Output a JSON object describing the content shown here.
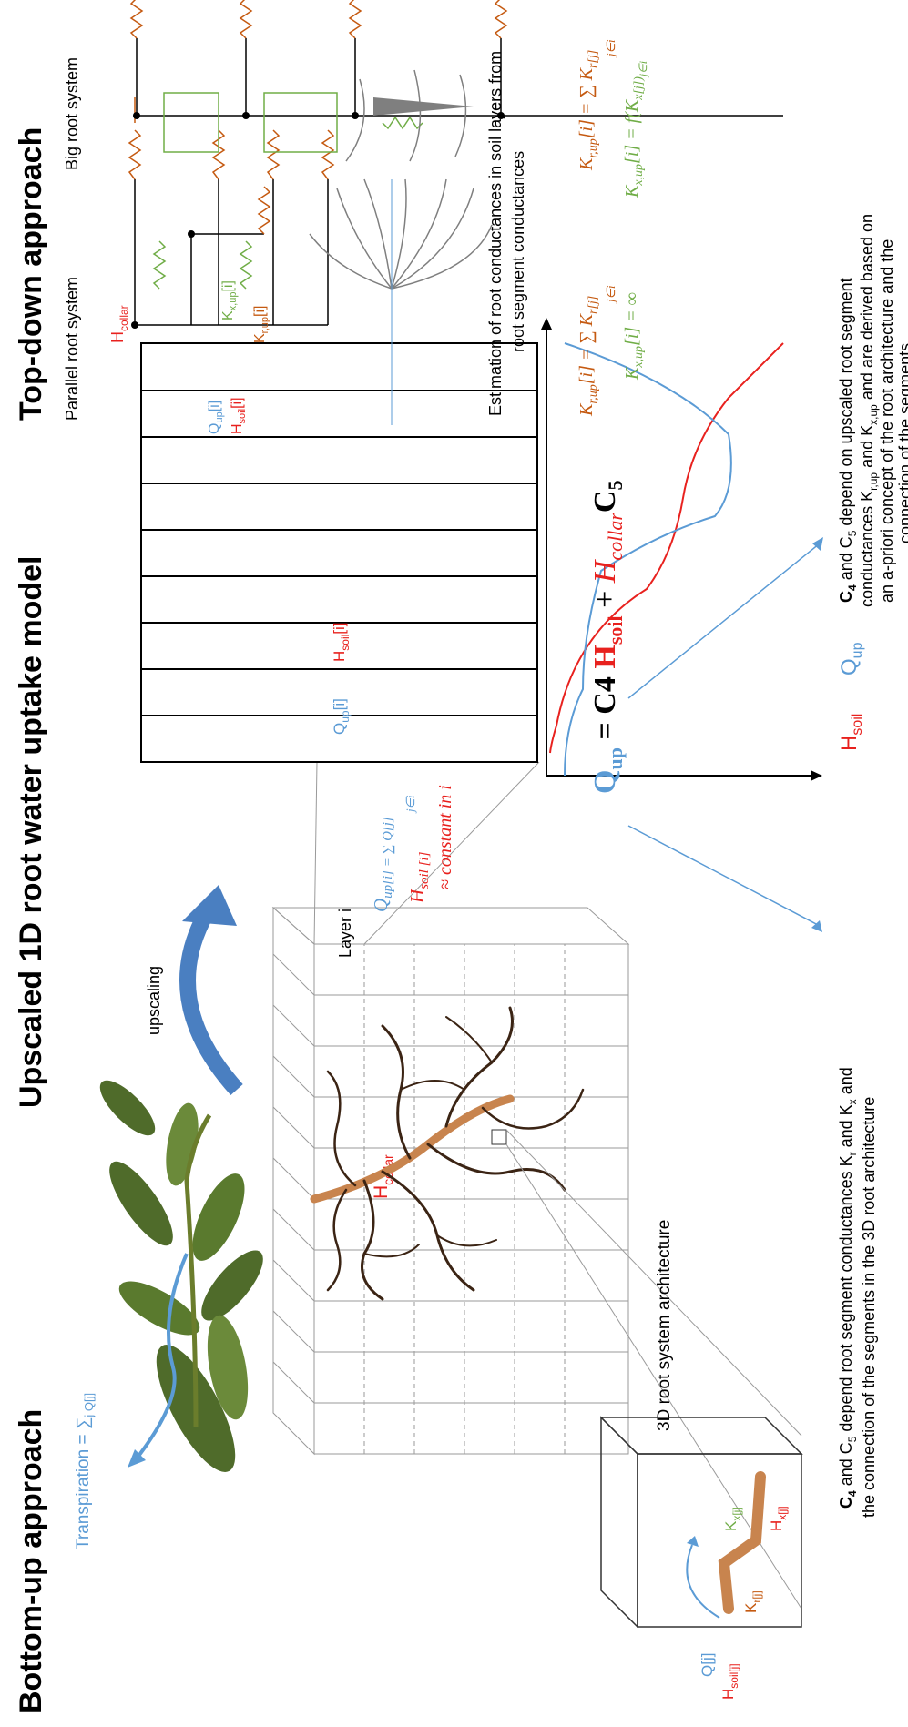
{
  "headings": {
    "bottom_up": "Bottom-up approach",
    "upscaled": "Upscaled 1D root water uptake model",
    "top_down": "Top-down approach"
  },
  "bottom_up": {
    "transpiration": "Transpiration = ∑",
    "transpiration_sum": "j Q[j]",
    "h_collar": "H",
    "h_collar_sub": "collar",
    "arch_label": "3D root system architecture",
    "upscaling": "upscaling",
    "layer_i": "Layer i",
    "q_up_formula": "Q",
    "q_up_formula_rest": "up[i] = ∑ Q[j]",
    "q_up_formula_index": "j∈i",
    "h_soil_formula": "H",
    "h_soil_formula_rest": "soil [i]",
    "approx_constant": "≈ constant in i",
    "inset": {
      "qj": "Q[j]",
      "hsoil": "H",
      "hsoil_sub": "soil[j]",
      "kr": "K",
      "kr_sub": "r[j]",
      "kx": "K",
      "kx_sub": "x[j]",
      "hx": "H",
      "hx_sub": "x[j]"
    }
  },
  "model": {
    "cell_label_q": "Q",
    "cell_label_q_sub": "up",
    "cell_label_q_rest": "[i]",
    "cell_label_h": "H",
    "cell_label_h_sub": "soil",
    "cell_label_h_rest": "[i]",
    "legend_h": "H",
    "legend_h_sub": "soil",
    "legend_q": "Q",
    "legend_q_sub": "up",
    "equation_q": "Q",
    "equation_q_sub": "up",
    "equation_eq": " = C4 ",
    "equation_h": "H",
    "equation_h_sub": "soil",
    "equation_plus": " + ",
    "equation_hc": "H",
    "equation_hc_sub": "collar",
    "equation_c5": "C",
    "equation_c5_sub": "5"
  },
  "top_down": {
    "parallel": "Parallel root system",
    "big": "Big root system",
    "h_collar": "H",
    "h_collar_sub": "collar",
    "q_up": "Q",
    "q_up_sub": "up",
    "q_up_rest": "[i]",
    "h_soil": "H",
    "h_soil_sub": "soil",
    "h_soil_rest": "[i]",
    "kx_up": "K",
    "kx_up_sub": "x,up",
    "kx_up_rest": "[i]",
    "kr_up": "K",
    "kr_up_sub": "r,up",
    "kr_up_rest": "[i]",
    "estimation_line1": "Estimation of root conductances in soil layers from",
    "estimation_line2": "root segment conductances",
    "eq_kr_parallel": "K",
    "eq_kr_parallel_sub": "r,up",
    "eq_kr_parallel_rest": "[i] = ∑ K",
    "eq_kr_parallel_tail": "r[j]",
    "eq_kr_index": "j∈i",
    "eq_kx_parallel": "K",
    "eq_kx_parallel_sub": "x,up",
    "eq_kx_parallel_rest": "[i] = ∞",
    "eq_kr_big": "K",
    "eq_kr_big_sub": "r,up",
    "eq_kr_big_rest": "[i] = ∑ K",
    "eq_kr_big_tail": "r[j]",
    "eq_kx_big": "K",
    "eq_kx_big_sub": "x,up",
    "eq_kx_big_rest": "[i] = f(K",
    "eq_kx_big_tail": "x[j])",
    "eq_kx_big_index": "j∈i"
  },
  "notes": {
    "left_line1_a": "C",
    "left_line1_b": "4",
    "left_line1_c": " and C",
    "left_line1_d": "5",
    "left_line1_e": " depend root segment conductances K",
    "left_line1_f": "r",
    "left_line1_g": " and K",
    "left_line1_h": "x",
    "left_line1_i": " and",
    "left_line2": "the connection of the segments in the 3D root architecture",
    "right_line1_a": "C",
    "right_line1_b": "4",
    "right_line1_c": " and C",
    "right_line1_d": "5",
    "right_line1_e": " depend on upscaled root segment",
    "right_line2_a": "conductances K",
    "right_line2_b": "r,up",
    "right_line2_c": " and K",
    "right_line2_d": "x,up",
    "right_line2_e": " and are derived based on",
    "right_line3": "an a-priori concept of the root architecture and the",
    "right_line4": "connection of the segments"
  },
  "colors": {
    "red": "#e8211e",
    "blue": "#5b9bd5",
    "orange": "#c55a11",
    "green": "#70ad47",
    "gray": "#7f7f7f",
    "dark": "#000000",
    "arrow_blue": "#4a7fc1",
    "root_dark": "#3b2414",
    "leaf": "#4f6b2a"
  }
}
